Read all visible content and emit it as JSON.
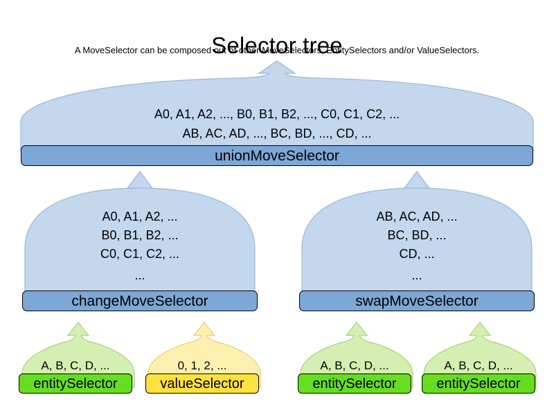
{
  "header": {
    "title": "Selector tree",
    "subtitle": "A MoveSelector can be composed out of other MoveSelectors, EntitySelectors and/or ValueSelectors."
  },
  "colors": {
    "balloon_blue": "#c3d7ed",
    "balloon_blue_stroke": "#9ab6d8",
    "bar_blue": "#7da7d6",
    "balloon_green": "#d5efb2",
    "balloon_green_stroke": "#a8d47e",
    "bar_green": "#67dd22",
    "balloon_yellow": "#fdf0ae",
    "balloon_yellow_stroke": "#e8cf6a",
    "bar_yellow": "#ffe13f",
    "outline": "#000000",
    "text": "#000000",
    "background": "#ffffff"
  },
  "nodes": {
    "union": {
      "label": "unionMoveSelector",
      "contents": [
        "A0, A1, A2, ..., B0, B1, B2, ..., C0, C1, C2, ...",
        "AB, AC, AD, ..., BC, BD, ..., CD, ..."
      ],
      "type": "move-selector",
      "color": "blue"
    },
    "change": {
      "label": "changeMoveSelector",
      "contents": [
        "A0, A1, A2, ...",
        "B0, B1, B2, ...",
        "C0, C1, C2, ...",
        "..."
      ],
      "type": "move-selector",
      "color": "blue"
    },
    "swap": {
      "label": "swapMoveSelector",
      "contents": [
        "AB, AC, AD, ...",
        "BC, BD, ...",
        "CD, ...",
        "..."
      ],
      "type": "move-selector",
      "color": "blue"
    },
    "entity1": {
      "label": "entitySelector",
      "contents": [
        "A, B, C, D, ..."
      ],
      "type": "entity-selector",
      "color": "green"
    },
    "value1": {
      "label": "valueSelector",
      "contents": [
        "0, 1, 2, ..."
      ],
      "type": "value-selector",
      "color": "yellow"
    },
    "entity2": {
      "label": "entitySelector",
      "contents": [
        "A, B, C, D, ..."
      ],
      "type": "entity-selector",
      "color": "green"
    },
    "entity3": {
      "label": "entitySelector",
      "contents": [
        "A, B, C, D, ..."
      ],
      "type": "entity-selector",
      "color": "green"
    }
  }
}
